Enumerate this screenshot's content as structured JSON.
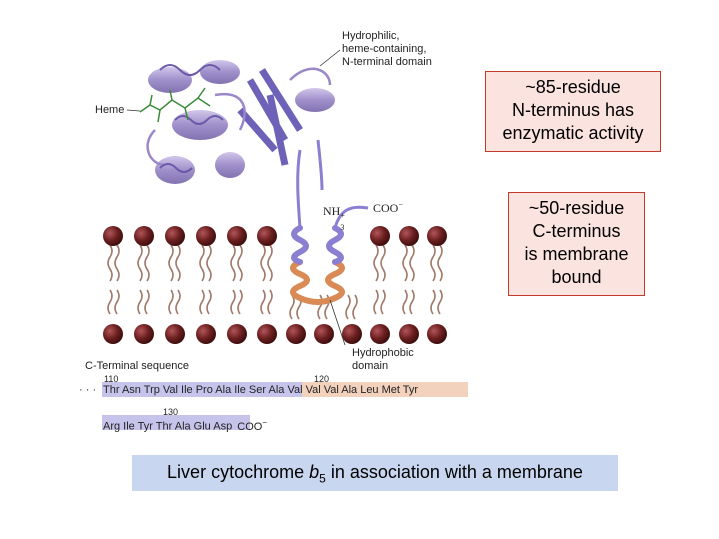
{
  "labels": {
    "domain_line1": "Hydrophilic,",
    "domain_line2": "heme-containing,",
    "domain_line3": "N-terminal domain",
    "heme": "Heme",
    "nh3": "NH",
    "nh3_sub": "3",
    "nh3_sup": "+",
    "coo": "COO",
    "coo_sup": "−",
    "hydrophobic_line1": "Hydrophobic",
    "hydrophobic_line2": "domain",
    "cterm_title": "C-Terminal sequence"
  },
  "boxes": {
    "n_terminus": [
      "~85-residue",
      "N-terminus has",
      "enzymatic activity"
    ],
    "c_terminus": [
      "~50-residue",
      "C-terminus",
      "is membrane",
      "bound"
    ]
  },
  "sequence": {
    "ellipsis": "· · ·",
    "num_110": "110",
    "num_120": "120",
    "num_130": "130",
    "row1_blue": "Thr Asn Trp Val Ile Pro Ala Ile Ser Ala Val Val Val Ala Leu Met Tyr",
    "row2": "Arg Ile Tyr Thr Ala Glu Asp",
    "row2_end": "COO",
    "row2_end_sup": "−"
  },
  "caption": {
    "prefix": "Liver cytochrome ",
    "italic": "b",
    "sub": "5",
    "suffix": " in association with a membrane"
  },
  "colors": {
    "lipid_head": "#6b1f1f",
    "helix_purple": "#9b88c9",
    "helix_orange": "#d98a55",
    "box_fill": "#fbe3df",
    "box_border": "#c43a2a",
    "caption_bg": "#c9d6f0"
  }
}
